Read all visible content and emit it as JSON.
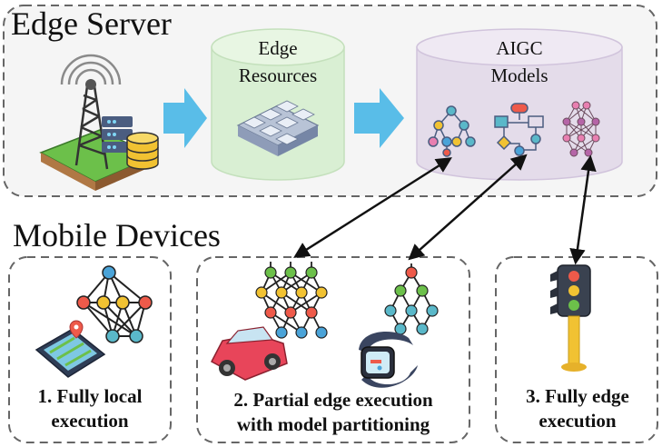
{
  "edge_server": {
    "title": "Edge Server",
    "resources_label": [
      "Edge",
      "Resources"
    ],
    "models_label": [
      "AIGC",
      "Models"
    ]
  },
  "mobile_devices": {
    "title": "Mobile Devices",
    "scenario_1": [
      "1. Fully local",
      "execution"
    ],
    "scenario_2": [
      "2. Partial edge execution",
      "with model partitioning"
    ],
    "scenario_3": [
      "3. Fully edge",
      "execution"
    ]
  },
  "colors": {
    "border": "#666666",
    "edge_panel_fill": "#f5f5f5",
    "flow_arrow": "#59bde8",
    "resources_cylinder": "#d9efd3",
    "models_cylinder": "#e4dcea",
    "node_red": "#ee5a4a",
    "node_yellow": "#f1c232",
    "node_teal": "#5ab8c9",
    "node_pink": "#e87fb0",
    "node_blue": "#4aa3d8"
  },
  "icons": [
    "cell-tower-icon",
    "server-stack-icon",
    "database-icon",
    "server-rack-icon",
    "neural-network-icon",
    "map-phone-icon",
    "car-icon",
    "smartwatch-icon",
    "traffic-light-icon"
  ]
}
